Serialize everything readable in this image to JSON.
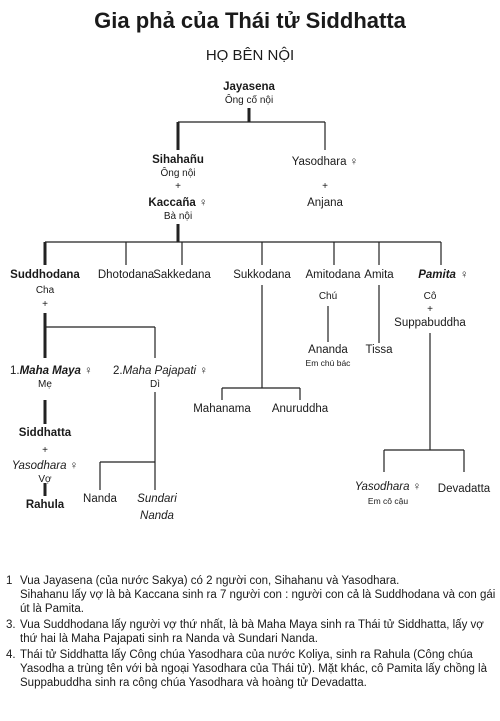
{
  "title": "Gia phả của Thái tử Siddhatta",
  "subtitle": "HỌ BÊN NỘI",
  "tree": {
    "jayasena": {
      "name": "Jayasena",
      "role": "Ông cố nội"
    },
    "sihahanu": {
      "name": "Sihahañu",
      "role": "Ông nội"
    },
    "yasodhara_elder": {
      "name": "Yasodhara ♀"
    },
    "anjana": {
      "name": "Anjana"
    },
    "kaccana": {
      "name": "Kaccaña ♀",
      "role": "Bà nội"
    },
    "suddhodana": {
      "name": "Suddhodana",
      "role": "Cha"
    },
    "dhotodana": {
      "name": "Dhotodana"
    },
    "sakkedana": {
      "name": "Sakkedana"
    },
    "sukkodana": {
      "name": "Sukkodana"
    },
    "amitodana": {
      "name": "Amitodana",
      "role": "Chú"
    },
    "amita": {
      "name": "Amita"
    },
    "pamita": {
      "name": "Pamita ♀",
      "role": "Cô"
    },
    "ananda": {
      "name": "Ananda",
      "role": "Em chú bác"
    },
    "tissa": {
      "name": "Tissa"
    },
    "suppabuddha": {
      "name": "Suppabuddha"
    },
    "maha_maya": {
      "prefix": "1.",
      "name": "Maha Maya",
      "sym": "♀",
      "role": "Mẹ"
    },
    "maha_pajapati": {
      "prefix": "2.",
      "name": "Maha Pajapati",
      "sym": "♀",
      "role": "Dì"
    },
    "mahanama": {
      "name": "Mahanama"
    },
    "anuruddha": {
      "name": "Anuruddha"
    },
    "siddhatta": {
      "name": "Siddhatta"
    },
    "yasodhara_wife": {
      "name": "Yasodhara ♀",
      "role": "Vợ"
    },
    "rahula": {
      "name": "Rahula"
    },
    "nanda": {
      "name": "Nanda"
    },
    "sundari_nanda": {
      "line1": "Sundari",
      "line2": "Nanda"
    },
    "yasodhara_cousin": {
      "name": "Yasodhara ♀",
      "role": "Em cô cậu"
    },
    "devadatta": {
      "name": "Devadatta"
    },
    "plus": "+"
  },
  "notes": [
    {
      "num": "1",
      "text": "Vua Jayasena (của nước Sakya) có 2 người con, Sihahanu và Yasodhara.\nSihahanu lấy vợ là bà Kaccana sinh ra 7 người con : người con cả là Suddhodana và con gái út là Pamita."
    },
    {
      "num": "3.",
      "text": "Vua Suddhodana lấy người vợ thứ nhất, là bà Maha Maya sinh ra Thái tử Siddhatta, lấy vợ thứ hai là Maha Pajapati sinh ra Nanda và Sundari Nanda."
    },
    {
      "num": "4.",
      "text": "Thái tử Siddhatta lấy Công chúa Yasodhara của nước Koliya, sinh ra Rahula (Công chúa Yasodha a trùng tên với bà ngoại Yasodhara của Thái tử). Mặt khác, cô Pamita lấy chồng là Suppabuddha sinh ra công chúa Yasodhara và hoàng tử Devadatta."
    }
  ]
}
